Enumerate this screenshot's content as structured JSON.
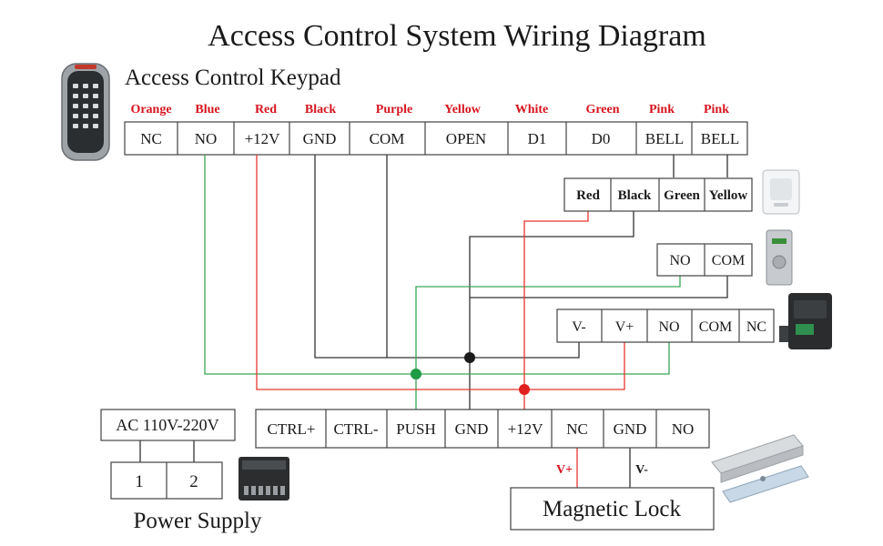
{
  "title": "Access Control System Wiring Diagram",
  "keypad": {
    "label": "Access Control Keypad",
    "terminals": [
      {
        "name": "NC",
        "wire": "Orange"
      },
      {
        "name": "NO",
        "wire": "Blue"
      },
      {
        "name": "+12V",
        "wire": "Red"
      },
      {
        "name": "GND",
        "wire": "Black"
      },
      {
        "name": "COM",
        "wire": "Purple"
      },
      {
        "name": "OPEN",
        "wire": "Yellow"
      },
      {
        "name": "D1",
        "wire": "White"
      },
      {
        "name": "D0",
        "wire": "Green"
      },
      {
        "name": "BELL",
        "wire": "Pink"
      },
      {
        "name": "BELL",
        "wire": "Pink"
      }
    ]
  },
  "doorbell": {
    "terminals": [
      "Red",
      "Black",
      "Green",
      "Yellow"
    ]
  },
  "exit_button": {
    "terminals": [
      "NO",
      "COM"
    ]
  },
  "remote_receiver": {
    "terminals": [
      "V-",
      "V+",
      "NO",
      "COM",
      "NC"
    ]
  },
  "power_supply": {
    "label": "Power Supply",
    "input": "AC 110V-220V",
    "terminals": [
      "1",
      "2"
    ],
    "outputs": [
      "CTRL+",
      "CTRL-",
      "PUSH",
      "GND",
      "+12V",
      "NC",
      "GND",
      "NO"
    ]
  },
  "magnetic_lock": {
    "label": "Magnetic Lock",
    "vplus": "V+",
    "vminus": "V-"
  },
  "colors": {
    "wire_label": "#d6141e",
    "wire_red": "#e8362f",
    "wire_green": "#3aa655",
    "wire_black": "#333333",
    "border": "#444444"
  }
}
